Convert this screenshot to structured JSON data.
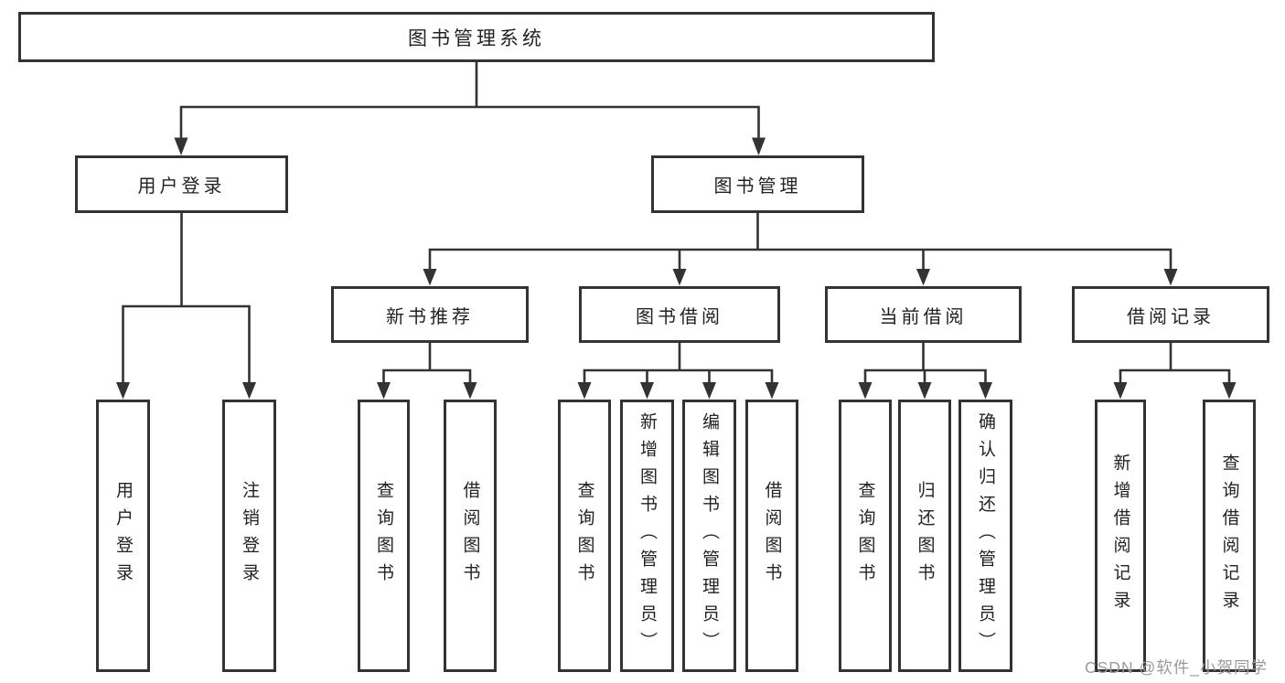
{
  "diagram": {
    "root": {
      "label": "图书管理系统"
    },
    "user_login": {
      "label": "用户登录",
      "children": [
        {
          "label": "用户登录"
        },
        {
          "label": "注销登录"
        }
      ]
    },
    "book_management": {
      "label": "图书管理",
      "sections": [
        {
          "label": "新书推荐",
          "children": [
            {
              "label": "查询图书"
            },
            {
              "label": "借阅图书"
            }
          ]
        },
        {
          "label": "图书借阅",
          "children": [
            {
              "label": "查询图书"
            },
            {
              "label": "新增图书（管理员）"
            },
            {
              "label": "编辑图书（管理员）"
            },
            {
              "label": "借阅图书"
            }
          ]
        },
        {
          "label": "当前借阅",
          "children": [
            {
              "label": "查询图书"
            },
            {
              "label": "归还图书"
            },
            {
              "label": "确认归还（管理员）"
            }
          ]
        },
        {
          "label": "借阅记录",
          "children": [
            {
              "label": "新增借阅记录"
            },
            {
              "label": "查询借阅记录"
            }
          ]
        }
      ]
    }
  },
  "watermark": {
    "text": "CSDN @软件_小贺同学"
  },
  "colors": {
    "line": "#333333",
    "box_border": "#333333",
    "text": "#222222",
    "watermark": "#9b9b9b",
    "background": "#ffffff"
  }
}
